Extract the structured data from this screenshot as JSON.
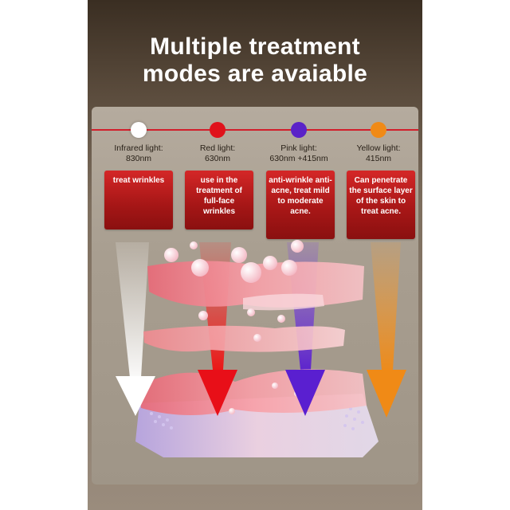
{
  "headline": {
    "line1": "Multiple treatment",
    "line2": "modes are avaiable"
  },
  "modes": [
    {
      "name": "Infrared light:",
      "wavelength": "830nm",
      "effect": "treat wrinkles",
      "color": "#ffffff"
    },
    {
      "name": "Red light:",
      "wavelength": "630nm",
      "effect": "use in the treatment of full-face wrinkles",
      "color": "#e0121b"
    },
    {
      "name": "Pink light:",
      "wavelength": "630nm +415nm",
      "effect": "anti-wrinkle anti-acne, treat mild to moderate acne.",
      "color": "#5a22c8"
    },
    {
      "name": "Yellow light:",
      "wavelength": "415nm",
      "effect": "Can penetrate the surface layer of the skin to treat acne.",
      "color": "#f08a16"
    }
  ],
  "illustration": {
    "description_icon": "skin-layers-illustration",
    "arrow_icon": "down-arrow-icon"
  }
}
